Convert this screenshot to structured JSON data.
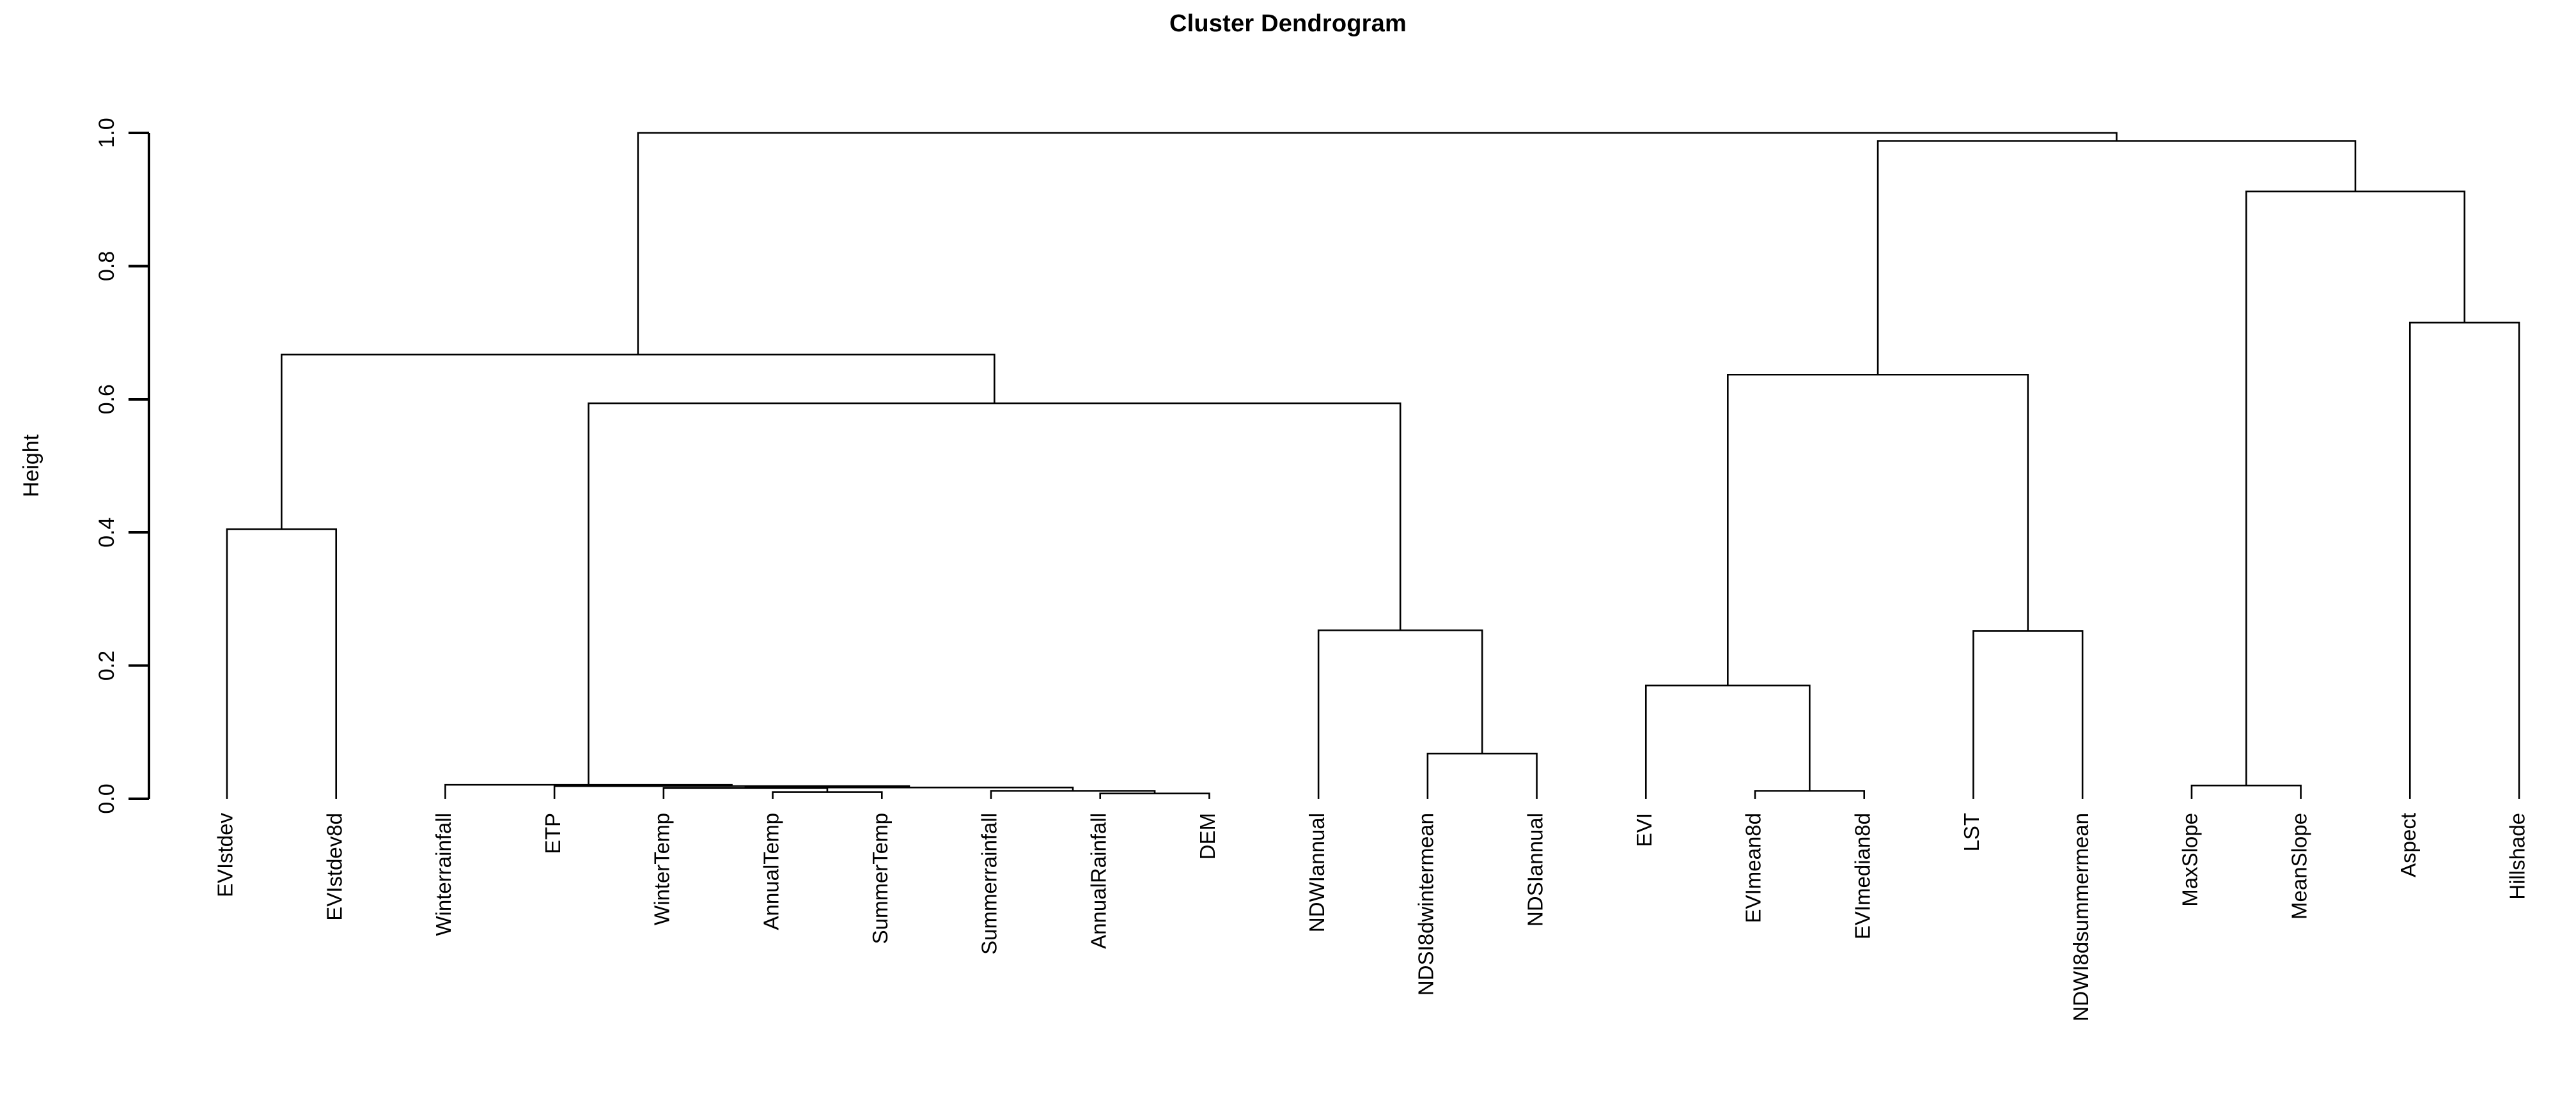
{
  "title": "Cluster Dendrogram",
  "axis": {
    "y_label": "Height",
    "ticks": [
      "0.0",
      "0.2",
      "0.4",
      "0.6",
      "0.8",
      "1.0"
    ],
    "tick_values": [
      0.0,
      0.2,
      0.4,
      0.6,
      0.8,
      1.0
    ]
  },
  "colors": {
    "background": "#ffffff",
    "ink": "#000000"
  },
  "chart_data": {
    "type": "dendrogram",
    "title": "Cluster Dendrogram",
    "xlabel": "",
    "ylabel": "Height",
    "ylim": [
      0.0,
      1.0
    ],
    "grid": false,
    "legend": "none",
    "n_leaves": 22,
    "leaf_order": [
      "EVIstdev",
      "EVIstdev8d",
      "Winterrainfall",
      "ETP",
      "WinterTemp",
      "AnnualTemp",
      "SummerTemp",
      "Summerrainfall",
      "AnnualRainfall",
      "DEM",
      "NDWIannual",
      "NDSI8dwintermean",
      "NDSIannual",
      "EVI",
      "EVImean8d",
      "EVImedian8d",
      "LST",
      "NDWI8dsummermean",
      "MaxSlope",
      "MeanSlope",
      "Aspect",
      "Hillshade"
    ],
    "leaf_positions": [
      1,
      2,
      3,
      4,
      5,
      6,
      7,
      8,
      9,
      10,
      11,
      12,
      13,
      14,
      15,
      16,
      17,
      18,
      19,
      20,
      21,
      22
    ],
    "merges": [
      {
        "id": "m1",
        "left": "EVIstdev",
        "right": "EVIstdev8d",
        "height": 0.405
      },
      {
        "id": "m2",
        "left": "AnnualTemp",
        "right": "SummerTemp",
        "height": 0.01
      },
      {
        "id": "m3",
        "left": "WinterTemp",
        "right": "m2",
        "height": 0.016
      },
      {
        "id": "m4",
        "left": "AnnualRainfall",
        "right": "DEM",
        "height": 0.008
      },
      {
        "id": "m5",
        "left": "Summerrainfall",
        "right": "m4",
        "height": 0.012
      },
      {
        "id": "m6",
        "left": "m3",
        "right": "m5",
        "height": 0.017
      },
      {
        "id": "m7",
        "left": "ETP",
        "right": "m6",
        "height": 0.019
      },
      {
        "id": "m8",
        "left": "Winterrainfall",
        "right": "m7",
        "height": 0.021
      },
      {
        "id": "m9",
        "left": "NDSI8dwintermean",
        "right": "NDSIannual",
        "height": 0.068
      },
      {
        "id": "m10",
        "left": "NDWIannual",
        "right": "m9",
        "height": 0.253
      },
      {
        "id": "m11",
        "left": "EVImean8d",
        "right": "EVImedian8d",
        "height": 0.012
      },
      {
        "id": "m12",
        "left": "EVI",
        "right": "m11",
        "height": 0.17
      },
      {
        "id": "m13",
        "left": "LST",
        "right": "NDWI8dsummermean",
        "height": 0.252
      },
      {
        "id": "m14",
        "left": "m12",
        "right": "m13",
        "height": 0.637
      },
      {
        "id": "m15",
        "left": "MaxSlope",
        "right": "MeanSlope",
        "height": 0.02
      },
      {
        "id": "m16",
        "left": "Aspect",
        "right": "Hillshade",
        "height": 0.715
      },
      {
        "id": "m17",
        "left": "m15",
        "right": "m16",
        "height": 0.912
      },
      {
        "id": "m18",
        "left": "m8",
        "right": "m10",
        "height": 0.594
      },
      {
        "id": "m19",
        "left": "m1",
        "right": "m18",
        "height": 0.667
      },
      {
        "id": "m20",
        "left": "m14",
        "right": "m17",
        "height": 0.988
      },
      {
        "id": "m21",
        "left": "m19",
        "right": "m20",
        "height": 1.0
      }
    ],
    "root": "m21"
  }
}
